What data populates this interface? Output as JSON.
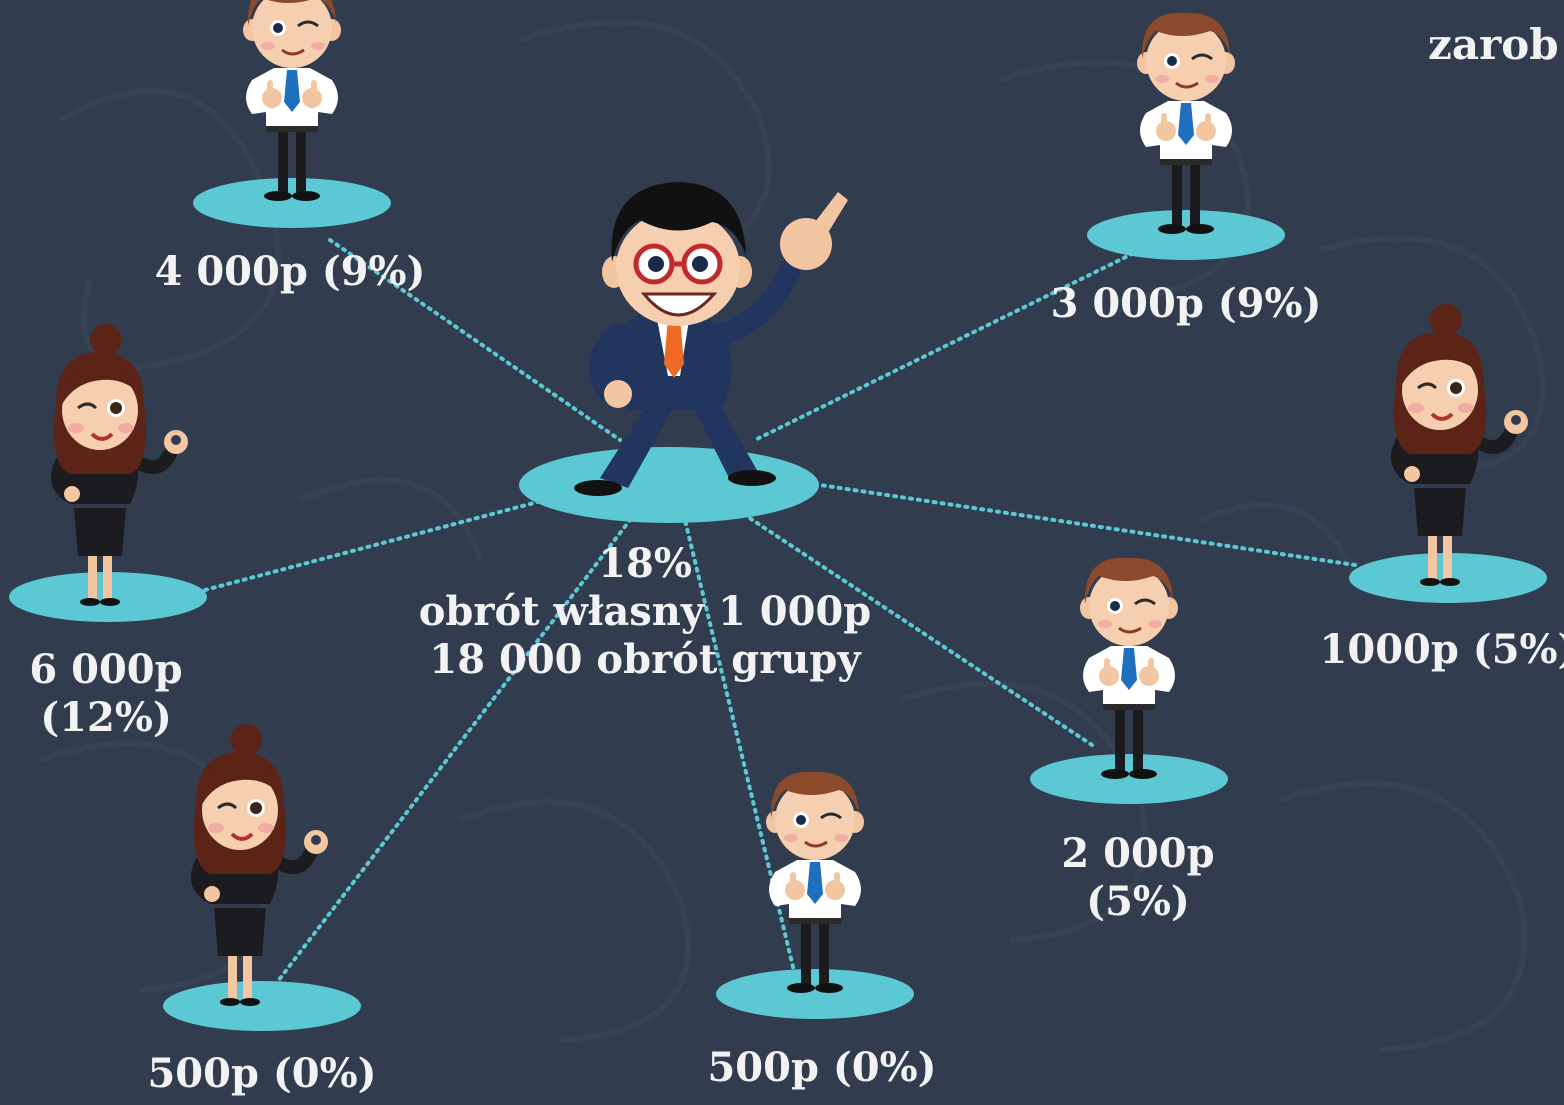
{
  "title": "zarob",
  "center": {
    "percent": "18%",
    "own_turnover": "obrót własny 1 000p",
    "group_turnover": "18 000 obrót grupy"
  },
  "members": [
    {
      "id": "man-top-left",
      "label": "4 000p (9%)"
    },
    {
      "id": "man-top-right",
      "label": "3 000p (9%)"
    },
    {
      "id": "woman-left",
      "label_line1": "6 000p",
      "label_line2": "(12%)"
    },
    {
      "id": "woman-right",
      "label": "1000p (5%)"
    },
    {
      "id": "man-mid-right",
      "label_line1": "2 000p",
      "label_line2": "(5%)"
    },
    {
      "id": "woman-bottom-left",
      "label": "500p (0%)"
    },
    {
      "id": "man-bottom-mid",
      "label": "500p (0%)"
    }
  ],
  "colors": {
    "background": "#323c4f",
    "platform": "#5cc8d4",
    "connector": "#5cc8d4",
    "text": "#f2f2f2",
    "suit_blue": "#22355f",
    "suit_black": "#1c1c20",
    "tie_blue": "#1e6fbf",
    "tie_orange": "#ef6a25"
  }
}
